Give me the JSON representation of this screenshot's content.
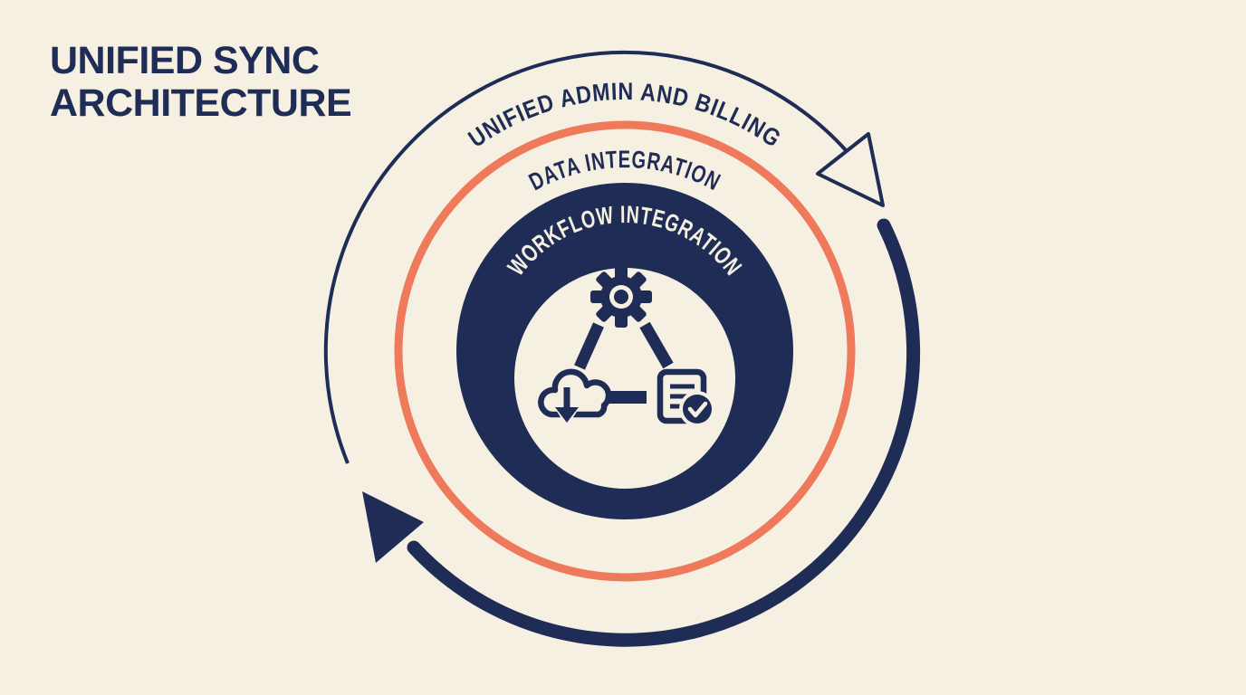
{
  "title": {
    "line1": "UNIFIED SYNC",
    "line2": "ARCHITECTURE"
  },
  "diagram": {
    "rings": [
      {
        "label": "UNIFIED ADMIN AND BILLING"
      },
      {
        "label": "DATA INTEGRATION"
      },
      {
        "label": "WORKFLOW INTEGRATION"
      }
    ],
    "center_icons": [
      "gear-icon",
      "cloud-download-icon",
      "document-check-icon"
    ],
    "flow_direction": "clockwise"
  },
  "colors": {
    "background": "#F5F0E1",
    "navy": "#1F2D56",
    "orange": "#EF795B",
    "ring_label_light": "#F5F0E1"
  }
}
